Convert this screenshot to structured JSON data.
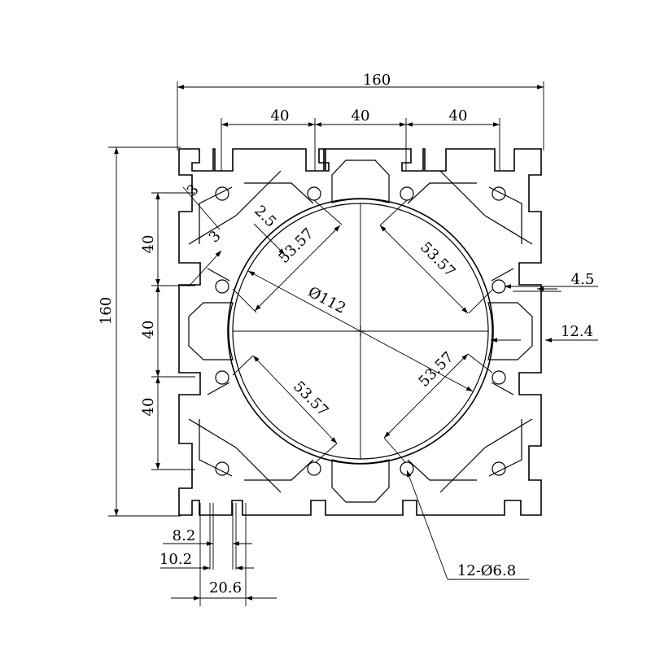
{
  "drawing": {
    "width_total": "160",
    "height_total": "160",
    "pitch_1": "40",
    "pitch_2": "40",
    "pitch_3": "40",
    "side_pitch_1": "40",
    "side_pitch_2": "40",
    "side_pitch_3": "40",
    "diag_1": "53.57",
    "diag_2": "53.57",
    "diag_3": "53.57",
    "diag_4": "53.57",
    "bore": "Ø112",
    "dim_3": "3",
    "dim_2_5": "2.5",
    "dim_4_5": "4.5",
    "dim_12_4": "12.4",
    "dim_8_2": "8.2",
    "dim_10_2": "10.2",
    "dim_20_6": "20.6",
    "holes": "12-Ø6.8"
  }
}
